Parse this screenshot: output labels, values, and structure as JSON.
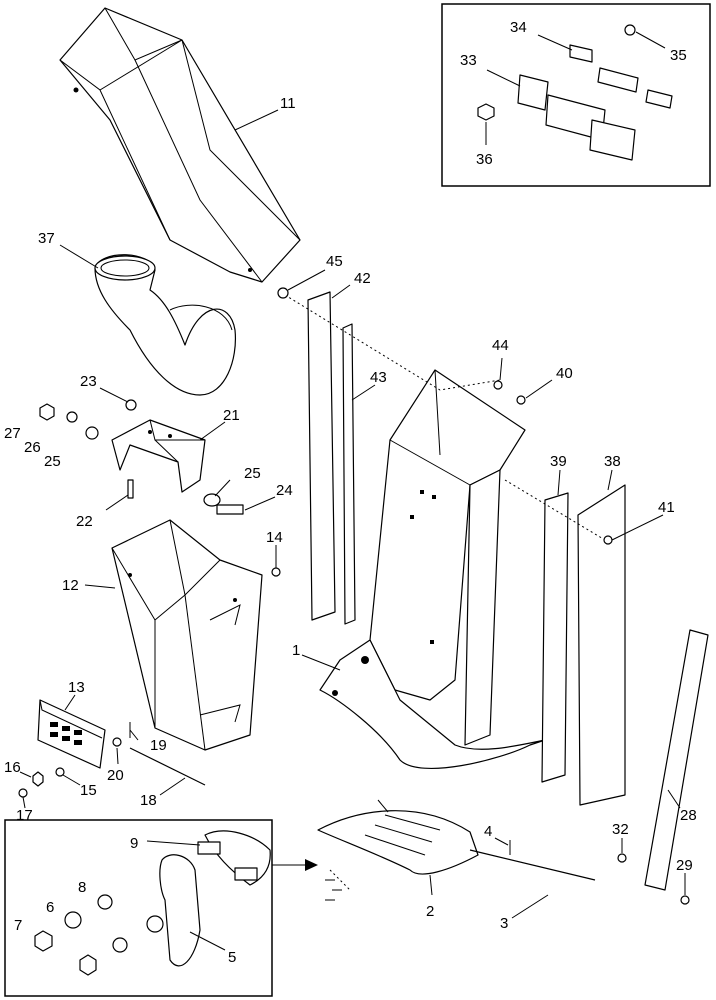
{
  "callouts": {
    "c1": "1",
    "c2": "2",
    "c3": "3",
    "c4": "4",
    "c5": "5",
    "c6": "6",
    "c7": "7",
    "c8": "8",
    "c9": "9",
    "c11": "11",
    "c12": "12",
    "c13": "13",
    "c14": "14",
    "c15": "15",
    "c16": "16",
    "c17": "17",
    "c18": "18",
    "c19": "19",
    "c20": "20",
    "c21": "21",
    "c22": "22",
    "c23": "23",
    "c24": "24",
    "c25a": "25",
    "c25b": "25",
    "c26": "26",
    "c27": "27",
    "c28": "28",
    "c29": "29",
    "c32": "32",
    "c33": "33",
    "c34": "34",
    "c35": "35",
    "c36": "36",
    "c37": "37",
    "c38": "38",
    "c39": "39",
    "c40": "40",
    "c41": "41",
    "c42": "42",
    "c43": "43",
    "c44": "44",
    "c45": "45"
  }
}
